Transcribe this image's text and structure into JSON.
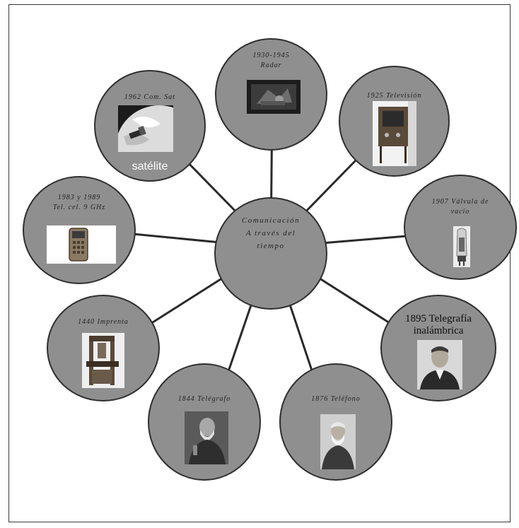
{
  "center": {
    "line1": "Comunicación",
    "line2": "A través del",
    "line3": "tiempo"
  },
  "nodes": {
    "radar": {
      "line1": "1930-1945",
      "line2": "Radar",
      "image": "radar-photo"
    },
    "satellite": {
      "label": "1962 Com. Sat",
      "caption": "satélite",
      "image": "satellite-earth-photo"
    },
    "television": {
      "label": "1925 Televisión",
      "image": "television-photo"
    },
    "vacuum_tube": {
      "line1": "1907 Válvula de",
      "line2": "vacío",
      "image": "vacuum-tube-photo"
    },
    "mobile_phone": {
      "line1": "1983 y 1989",
      "line2": "Tel. cel. 9 GHz",
      "image": "mobile-phone-photo"
    },
    "wireless_telegraph": {
      "line1": "1895 Telegrafía",
      "line2": "inalámbrica",
      "image": "marconi-portrait"
    },
    "printing": {
      "label": "1440 Imprenta",
      "image": "printing-press-photo"
    },
    "telegraph": {
      "label": "1844 Telégrafo",
      "image": "morse-portrait"
    },
    "telephone": {
      "label": "1876 Teléfono",
      "image": "bell-portrait"
    }
  },
  "colors": {
    "node_fill": "#8f8f8f",
    "node_border": "#2e2e2e",
    "spoke": "#2a2a2a",
    "frame": "#3a3a3a"
  }
}
